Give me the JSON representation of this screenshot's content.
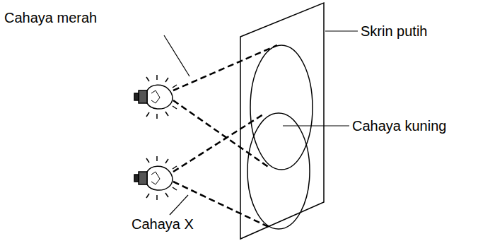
{
  "diagram": {
    "labels": [
      "Cahaya merah",
      "Skrin putih",
      "Cahaya kuning",
      "Cahaya X"
    ]
  }
}
